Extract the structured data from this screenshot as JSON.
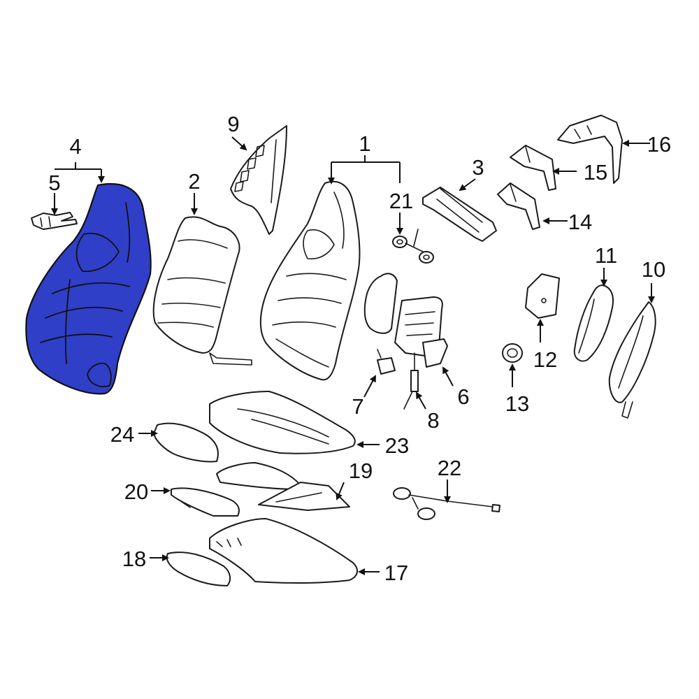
{
  "colors": {
    "highlight": "#2f3fc7",
    "outline": "#1a1a1a",
    "background": "#ffffff"
  },
  "highlighted_part": "4",
  "callouts": {
    "c1": "1",
    "c2": "2",
    "c3": "3",
    "c4": "4",
    "c5": "5",
    "c6": "6",
    "c7": "7",
    "c8": "8",
    "c9": "9",
    "c10": "10",
    "c11": "11",
    "c12": "12",
    "c13": "13",
    "c14": "14",
    "c15": "15",
    "c16": "16",
    "c17": "17",
    "c18": "18",
    "c19": "19",
    "c20": "20",
    "c21": "21",
    "c22": "22",
    "c23": "23",
    "c24": "24"
  }
}
